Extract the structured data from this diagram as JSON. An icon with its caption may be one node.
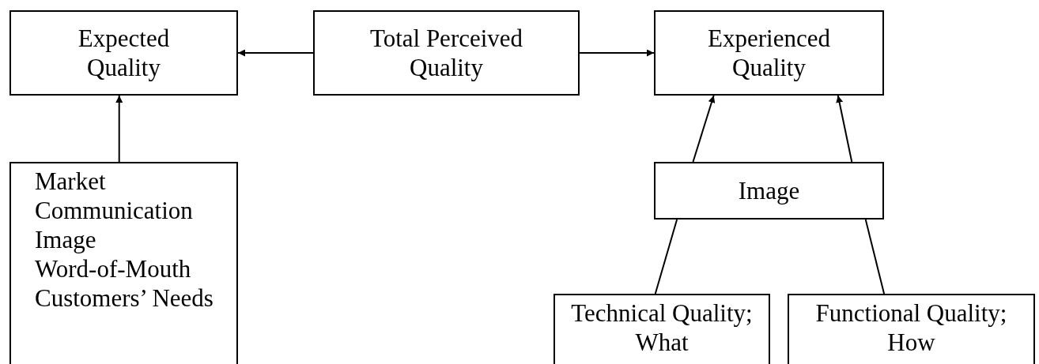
{
  "diagram": {
    "nodes": [
      {
        "text": [
          "Expected Quality"
        ]
      },
      {
        "text": [
          "Total Perceived Quality"
        ]
      },
      {
        "text": [
          "Experienced Quality"
        ]
      },
      {
        "text": [
          "Market Communication",
          "Image",
          "Word-of-Mouth",
          "Customers’ Needs"
        ]
      },
      {
        "text": [
          "Image"
        ]
      },
      {
        "text": [
          "Technical Quality; What"
        ]
      },
      {
        "text": [
          "Functional Quality; How"
        ]
      }
    ],
    "edges": [
      {
        "from": 1,
        "to": 0,
        "arrow": "to"
      },
      {
        "from": 1,
        "to": 2,
        "arrow": "to"
      },
      {
        "from": 3,
        "to": 0,
        "arrow": "to"
      },
      {
        "from": 4,
        "to": 2,
        "arrow": "to"
      },
      {
        "from": 4,
        "to": 2,
        "arrow": "to"
      },
      {
        "from": 5,
        "to": 4,
        "arrow": "none"
      },
      {
        "from": 6,
        "to": 4,
        "arrow": "none"
      }
    ]
  }
}
